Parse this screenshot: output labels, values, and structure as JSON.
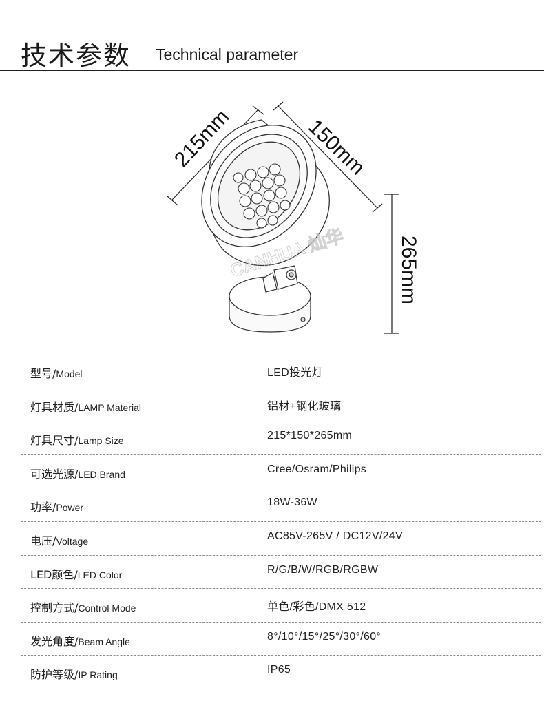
{
  "header": {
    "title_cn": "技术参数",
    "title_en": "Technical parameter"
  },
  "figure": {
    "dim_width": "215mm",
    "dim_depth": "150mm",
    "dim_height": "265mm",
    "watermark": "CANHUA 灿华"
  },
  "specs": [
    {
      "label_cn": "型号/",
      "label_en": "Model",
      "value": "LED投光灯"
    },
    {
      "label_cn": "灯具材质/",
      "label_en": "LAMP Material",
      "value": "铝材+钢化玻璃"
    },
    {
      "label_cn": "灯具尺寸/",
      "label_en": "Lamp Size",
      "value": "215*150*265mm"
    },
    {
      "label_cn": "可选光源/",
      "label_en": "LED Brand",
      "value": "Cree/Osram/Philips"
    },
    {
      "label_cn": "功率/",
      "label_en": "Power",
      "value": "18W-36W"
    },
    {
      "label_cn": "电压/",
      "label_en": "Voltage",
      "value": "AC85V-265V / DC12V/24V"
    },
    {
      "label_cn": "LED颜色/",
      "label_en": "LED Color",
      "value": "R/G/B/W/RGB/RGBW"
    },
    {
      "label_cn": "控制方式/",
      "label_en": "Control Mode",
      "value": "单色/彩色/DMX 512"
    },
    {
      "label_cn": "发光角度/",
      "label_en": "Beam Angle",
      "value": "8°/10°/15°/25°/30°/60°"
    },
    {
      "label_cn": "防护等级/",
      "label_en": "IP Rating",
      "value": "IP65"
    }
  ]
}
